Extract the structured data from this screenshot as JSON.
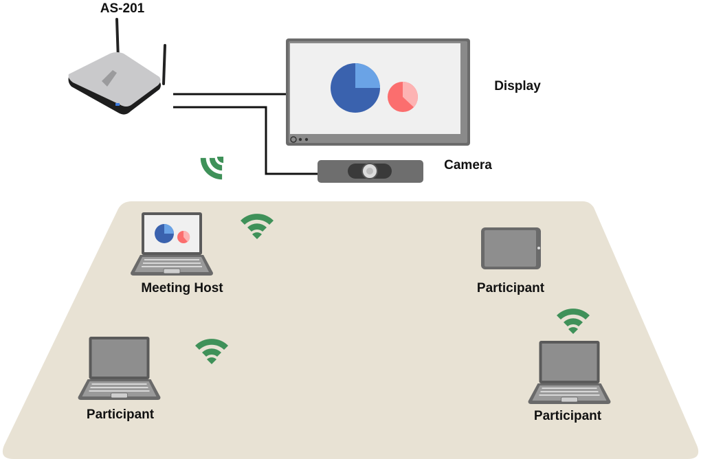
{
  "device": {
    "label": "AS-201"
  },
  "display": {
    "label": "Display"
  },
  "camera": {
    "label": "Camera"
  },
  "clients": [
    {
      "label": "Meeting Host",
      "type": "laptop",
      "sharing": true
    },
    {
      "label": "Participant",
      "type": "tablet"
    },
    {
      "label": "Participant",
      "type": "laptop"
    },
    {
      "label": "Participant",
      "type": "laptop"
    }
  ],
  "colors": {
    "floor": "#e8e2d4",
    "wifi": "#3f9159",
    "pie_dark": "#3a62ae",
    "pie_light": "#6aa3e6",
    "pie_red": "#fb6e6e",
    "pie_pink": "#fdb3b3",
    "device_gray": "#8a8a8a"
  }
}
